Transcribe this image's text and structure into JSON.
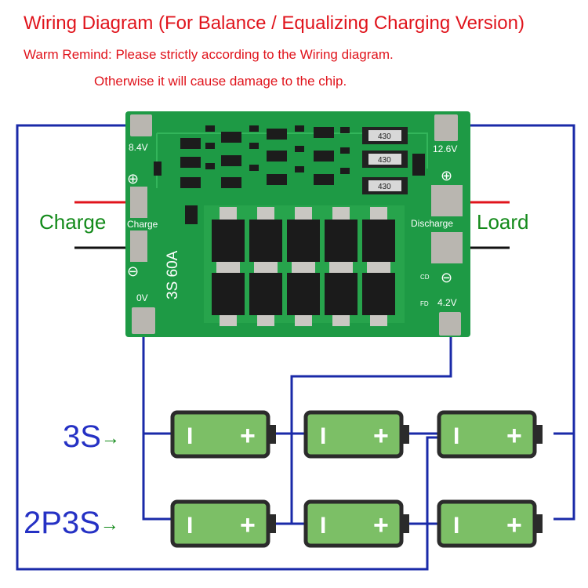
{
  "title": "Wiring Diagram  (For Balance / Equalizing Charging Version)",
  "remind_line1": "Warm Remind: Please strictly according to the Wiring diagram.",
  "remind_line2": "Otherwise it will cause damage to the chip.",
  "charge_label": "Charge",
  "load_label": "Loard",
  "config_3s": "3S",
  "config_2p3s": "2P3S",
  "arrow": "→",
  "board": {
    "pad_top_left": "8.4V",
    "pad_top_right": "12.6V",
    "pad_bottom_left": "0V",
    "pad_bottom_right": "4.2V",
    "charge_port": "Charge",
    "discharge_port": "Discharge",
    "rating": "3S 60A",
    "resistor_labels": [
      "430",
      "430",
      "430"
    ],
    "cd_mark": "CD",
    "fd_mark": "FD",
    "plus_symbol": "⊕",
    "minus_symbol": "⊖"
  },
  "battery": {
    "negative": "I",
    "positive": "+"
  },
  "colors": {
    "header_red": "#e0141c",
    "label_green": "#138a1a",
    "config_blue": "#2531c4",
    "wire_blue": "#1a2aa8",
    "pcb_green": "#1e9a45",
    "battery_green": "#7cbf66",
    "battery_outline": "#2b2b2b"
  }
}
